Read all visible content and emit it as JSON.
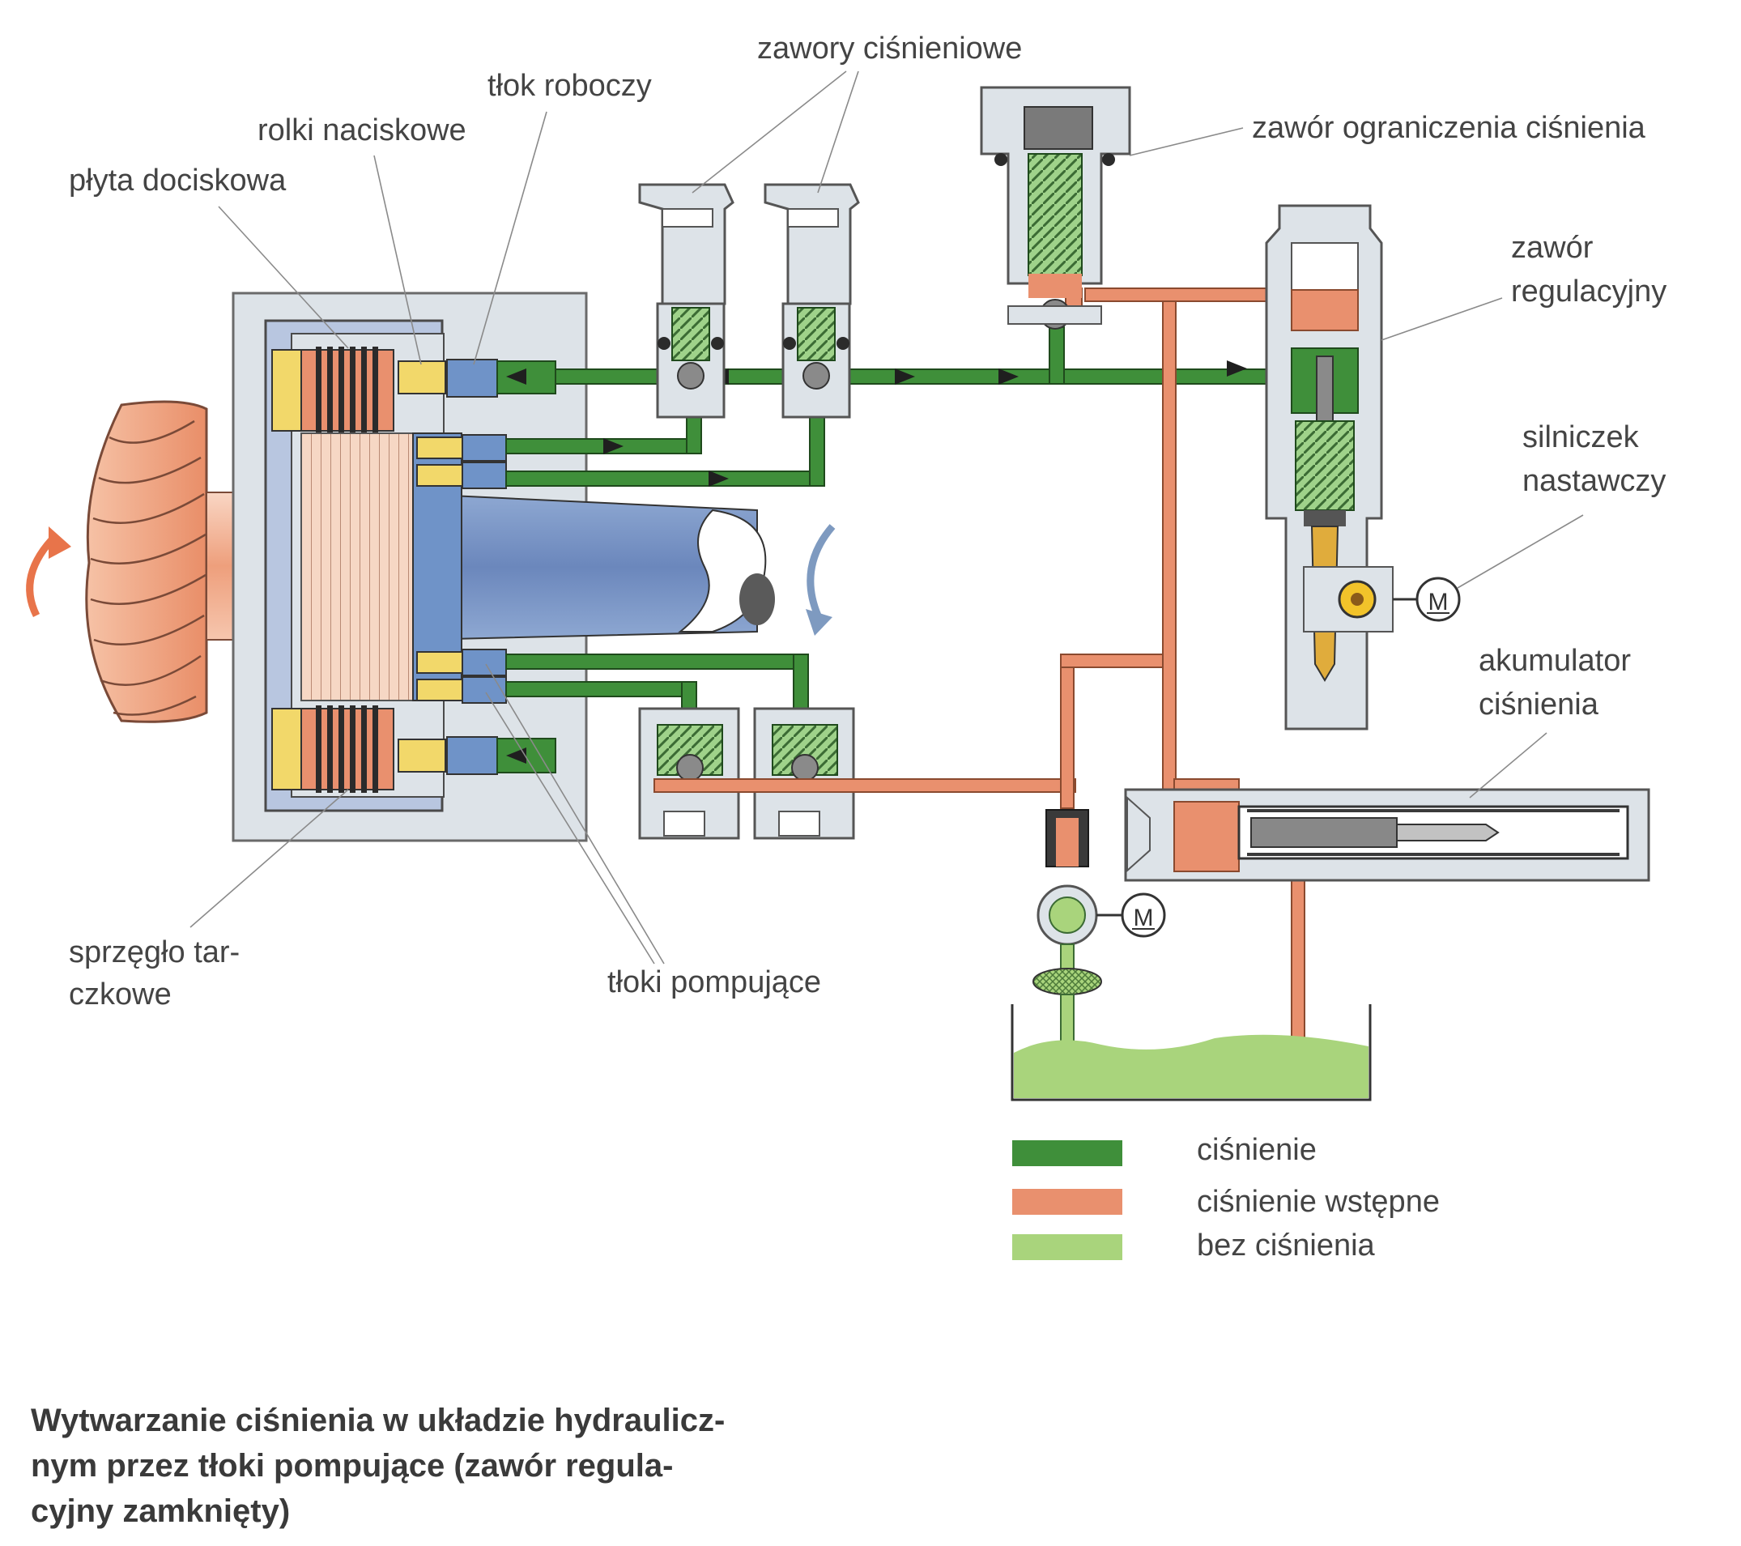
{
  "labels": {
    "zawory_cisnieniowe": "zawory ciśnieniowe",
    "tlok_roboczy": "tłok roboczy",
    "rolki_naciskowe": "rolki naciskowe",
    "plyta_dociskowa": "płyta dociskowa",
    "zawor_ograniczenia": "zawór ograniczenia ciśnienia",
    "zawor_regulacyjny": [
      "zawór",
      "regulacyjny"
    ],
    "silniczek_nastawczy": [
      "silniczek",
      "nastawczy"
    ],
    "akumulator_cisnienia": [
      "akumulator",
      "ciśnienia"
    ],
    "sprzeglo_tarczkowe": [
      "sprzęgło tar-",
      "czkowe"
    ],
    "tloki_pompujace": "tłoki pompujące",
    "motor_symbol": "M"
  },
  "legend": [
    {
      "label": "ciśnienie",
      "color": "#3f8f3a"
    },
    {
      "label": "ciśnienie wstępne",
      "color": "#e9906e"
    },
    {
      "label": "bez ciśnienia",
      "color": "#a9d47c"
    }
  ],
  "caption": [
    "Wytwarzanie ciśnienia w układzie hydraulicz-",
    "nym przez tłoki pompujące (zawór regula-",
    "cyjny zamknięty)"
  ],
  "colors": {
    "pressure": "#3f8f3a",
    "pre_pressure": "#e9906e",
    "no_pressure": "#a9d47c",
    "housing": "#dde3e8",
    "piston_blue": "#6f93c8",
    "roller_yellow": "#f2d86a",
    "arrow_orange": "#e8744a",
    "arrow_blue": "#7e9ac0"
  }
}
